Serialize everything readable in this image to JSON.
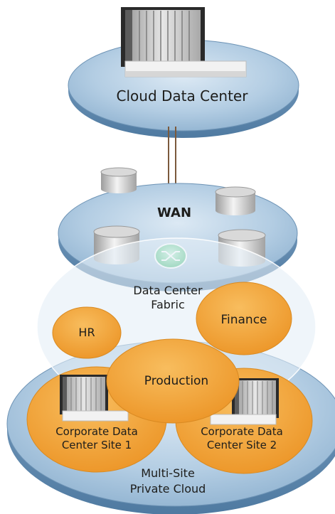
{
  "labels": {
    "cloud_data_center": "Cloud Data Center",
    "wan": "WAN",
    "fabric_line1": "Data Center",
    "fabric_line2": "Fabric",
    "hr": "HR",
    "finance": "Finance",
    "production": "Production",
    "site1_line1": "Corporate Data",
    "site1_line2": "Center Site 1",
    "site2_line1": "Corporate Data",
    "site2_line2": "Center Site 2",
    "private_cloud_line1": "Multi-Site",
    "private_cloud_line2": "Private Cloud"
  },
  "icons": {
    "server_rack": "server-rack-icon",
    "storage": "storage-cylinder-icon",
    "switch": "fabric-switch-icon"
  },
  "colors": {
    "platform_blue": "#a9c6df",
    "platform_edge": "#5f88ad",
    "orange": "#f2a33a",
    "orange_edge": "#c9801b",
    "link_brown": "#7b5a3c",
    "switch_green": "#5fc98c"
  }
}
